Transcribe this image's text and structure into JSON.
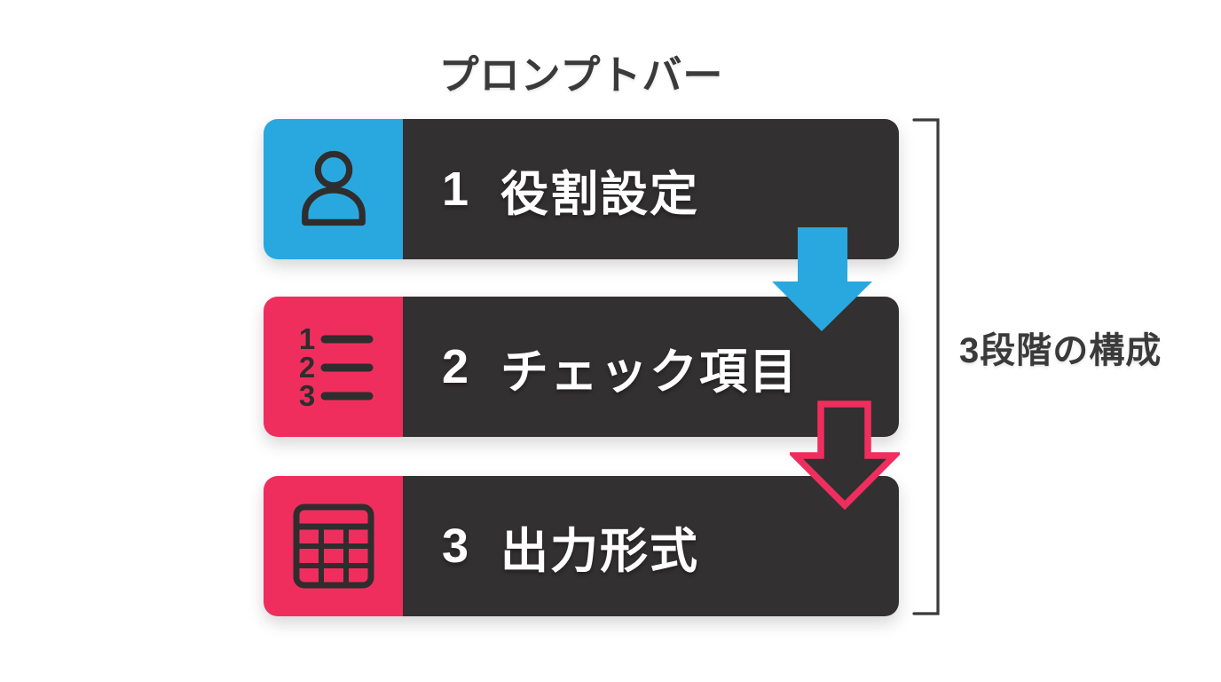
{
  "title": "プロンプトバー",
  "bracket_label": "3段階の構成",
  "steps": [
    {
      "number": "1",
      "label": "役割設定",
      "icon": "person-icon",
      "accent_color": "#29a8e0"
    },
    {
      "number": "2",
      "label": "チェック項目",
      "icon": "numbered-list-icon",
      "accent_color": "#f02e5e"
    },
    {
      "number": "3",
      "label": "出力形式",
      "icon": "table-icon",
      "accent_color": "#f02e5e"
    }
  ],
  "list_icon_digits": [
    "1",
    "2",
    "3"
  ],
  "arrows": [
    {
      "between": "step-1-to-step-2",
      "style": "solid",
      "color": "#29a8e0"
    },
    {
      "between": "step-2-to-step-3",
      "style": "outline",
      "color": "#f02e5e"
    }
  ],
  "colors": {
    "accent_blue": "#29a8e0",
    "accent_pink": "#f02e5e",
    "bar_dark": "#333031",
    "text_light": "#ffffff",
    "text_dark": "#3a3a3a"
  }
}
